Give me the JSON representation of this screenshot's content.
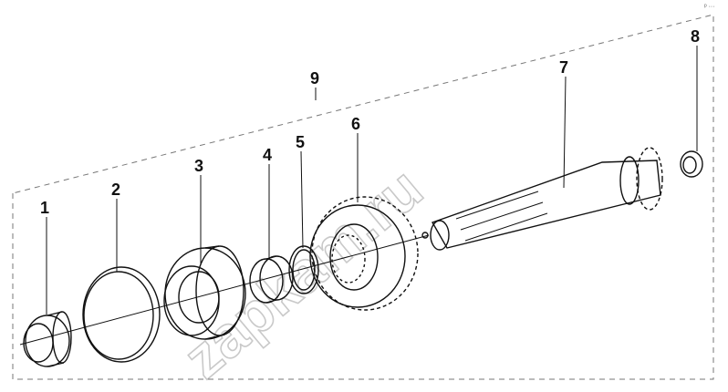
{
  "callouts": [
    {
      "id": "1",
      "label": "1"
    },
    {
      "id": "2",
      "label": "2"
    },
    {
      "id": "3",
      "label": "3"
    },
    {
      "id": "4",
      "label": "4"
    },
    {
      "id": "5",
      "label": "5"
    },
    {
      "id": "6",
      "label": "6"
    },
    {
      "id": "7",
      "label": "7"
    },
    {
      "id": "8",
      "label": "8"
    },
    {
      "id": "9",
      "label": "9"
    }
  ],
  "watermark": "zapkam.ru",
  "corner_mark": "ᵖ ···",
  "colors": {
    "line": "#111111",
    "dash": "#777777",
    "watermark": "#c9c9c9",
    "background": "#ffffff"
  }
}
